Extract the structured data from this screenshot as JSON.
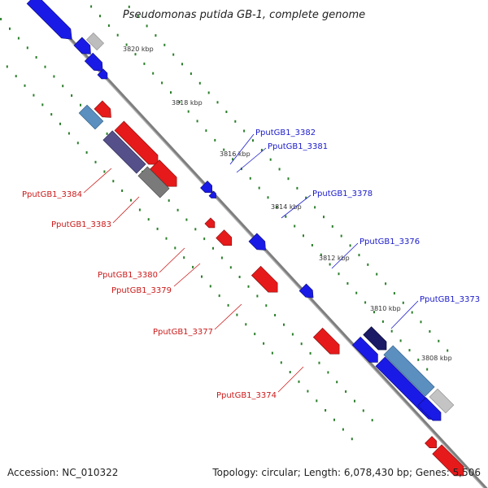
{
  "title": "Pseudomonas putida GB-1, complete genome",
  "footer": {
    "accession": "Accession: NC_010322",
    "summary": "Topology: circular; Length: 6,078,430 bp; Genes: 5,506"
  },
  "colors": {
    "backbone": "#888888",
    "tick": "#2a7f2a",
    "forward_label": "#1a1acc",
    "reverse_label": "#cc1a1a",
    "gene_blue": "#1a1ae6",
    "gene_red": "#e61a1a",
    "gene_grey": "#bdbdbd",
    "gene_dark_grey": "#7a7a7a",
    "gene_steel": "#5a8fc0",
    "gene_navy": "#1a1a66",
    "gene_purple": "#55508a"
  },
  "ticks": [
    {
      "kbp": 3808,
      "label": "3808 kbp"
    },
    {
      "kbp": 3810,
      "label": "3810 kbp"
    },
    {
      "kbp": 3812,
      "label": "3812 kbp"
    },
    {
      "kbp": 3814,
      "label": "3814 kbp"
    },
    {
      "kbp": 3816,
      "label": "3816 kbp"
    },
    {
      "kbp": 3818,
      "label": "3818 kbp"
    },
    {
      "kbp": 3820,
      "label": "3820 kbp"
    }
  ],
  "gene_labels": [
    {
      "name": "PputGB1_3382",
      "strand": "forward"
    },
    {
      "name": "PputGB1_3381",
      "strand": "forward"
    },
    {
      "name": "PputGB1_3378",
      "strand": "forward"
    },
    {
      "name": "PputGB1_3376",
      "strand": "forward"
    },
    {
      "name": "PputGB1_3373",
      "strand": "forward"
    },
    {
      "name": "PputGB1_3384",
      "strand": "reverse"
    },
    {
      "name": "PputGB1_3383",
      "strand": "reverse"
    },
    {
      "name": "PputGB1_3380",
      "strand": "reverse"
    },
    {
      "name": "PputGB1_3379",
      "strand": "reverse"
    },
    {
      "name": "PputGB1_3377",
      "strand": "reverse"
    },
    {
      "name": "PputGB1_3374",
      "strand": "reverse"
    }
  ]
}
